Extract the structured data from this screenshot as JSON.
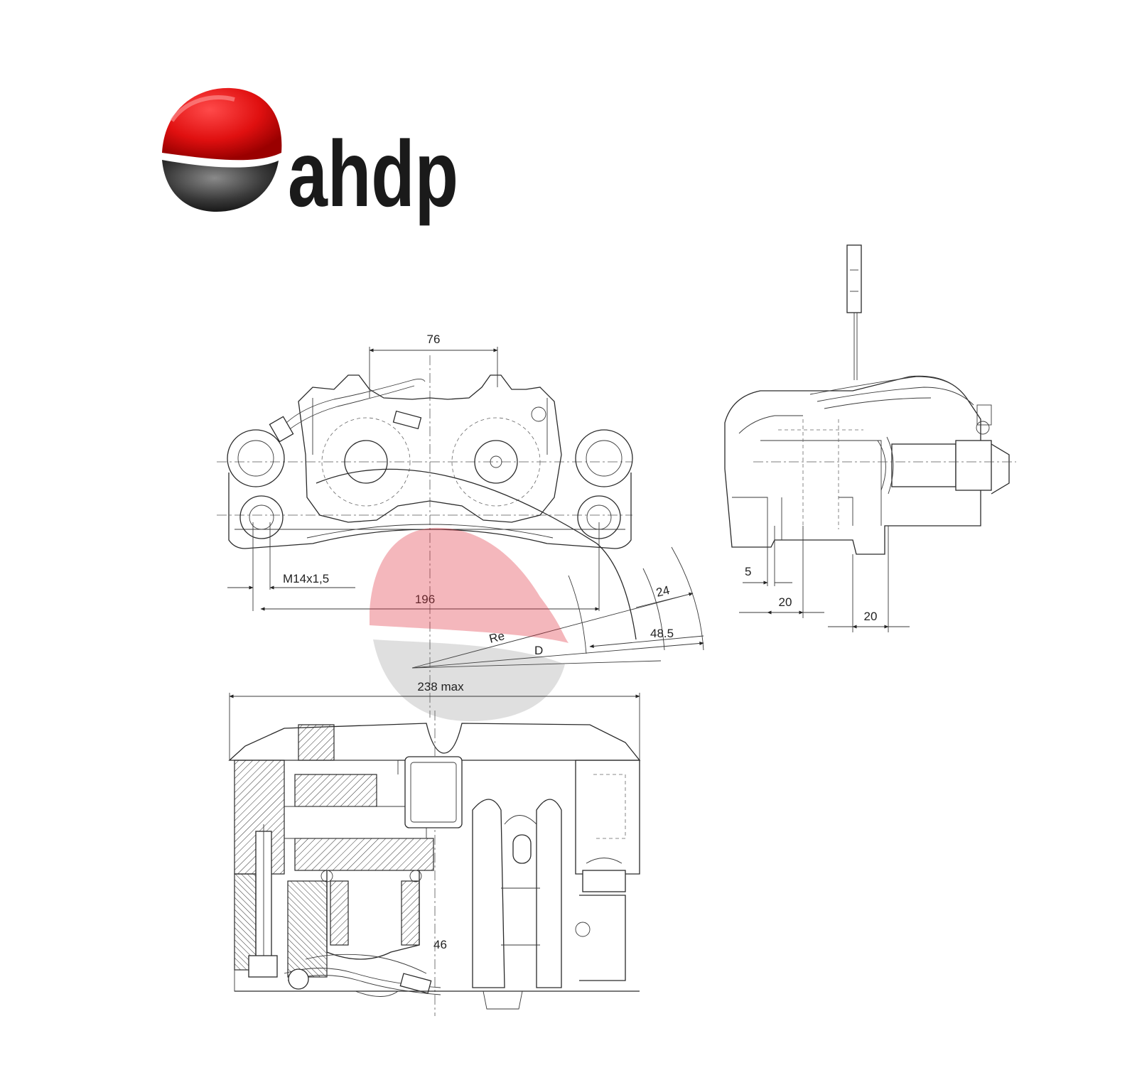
{
  "logo": {
    "text": "ahdp",
    "colors": {
      "red": "#e01010",
      "dark": "#2b2b2b",
      "watermark": "#f0a0a8"
    }
  },
  "front_view": {
    "dim_pad_width": "76",
    "dim_thread": "M14x1,5",
    "dim_mount_spacing": "196",
    "dim_radius_label": "Re",
    "dim_diameter_label": "D",
    "dim_24": "24",
    "dim_48_5": "48.5"
  },
  "side_view": {
    "dim_5": "5",
    "dim_20_left": "20",
    "dim_20_right": "20"
  },
  "bottom_view": {
    "dim_overall_width": "238 max",
    "dim_46": "46"
  }
}
